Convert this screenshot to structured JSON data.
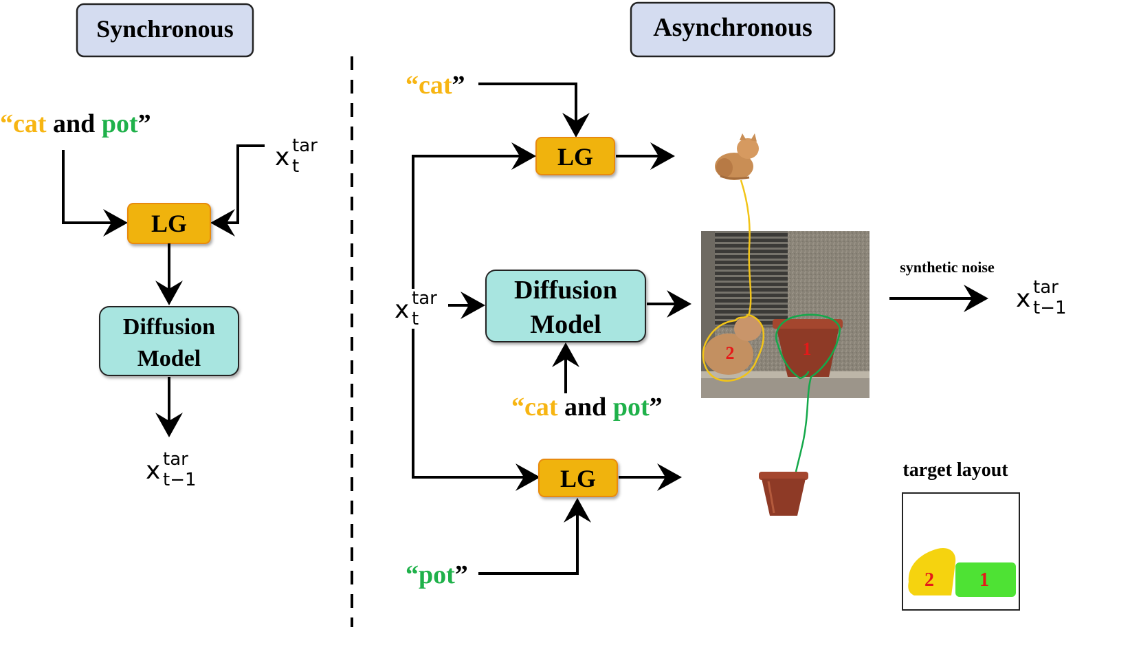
{
  "headers": {
    "sync": "Synchronous",
    "async": "Asynchronous"
  },
  "colors": {
    "header_fill": "#d4dcf0",
    "lg_fill": "#f0b30f",
    "lg_stroke": "#e88a10",
    "diff_fill": "#a8e5e0",
    "cat_color": "#f7b512",
    "pot_color": "#1fb14a",
    "cat_contour": "#f2c418",
    "pot_contour": "#14a84a",
    "layout_cat": "#f5d30f",
    "layout_pot": "#4ee234",
    "label_red": "#e51919"
  },
  "sync": {
    "prompt": {
      "open": "“",
      "word1": "cat",
      "mid": " and ",
      "word2": "pot",
      "close": "”"
    },
    "lg_label": "LG",
    "diffusion": {
      "line1": "Diffusion",
      "line2": "Model"
    },
    "input": {
      "base": "x",
      "sup": "tar",
      "sub": "t"
    },
    "output": {
      "base": "x",
      "sup": "tar",
      "sub": "t−1"
    }
  },
  "async": {
    "prompt_cat": {
      "open": "“",
      "word": "cat",
      "close": "”"
    },
    "prompt_pot": {
      "open": "“",
      "word": "pot",
      "close": "”"
    },
    "prompt_both": {
      "open": "“",
      "word1": "cat",
      "mid": " and ",
      "word2": "pot",
      "close": "”"
    },
    "lg_top_label": "LG",
    "lg_bottom_label": "LG",
    "diffusion": {
      "line1": "Diffusion",
      "line2": "Model"
    },
    "input": {
      "base": "x",
      "sup": "tar",
      "sub": "t"
    },
    "output": {
      "base": "x",
      "sup": "tar",
      "sub": "t−1"
    },
    "synthetic_noise": "synthetic noise",
    "target_layout": "target layout",
    "region_labels": {
      "cat": "2",
      "pot": "1"
    },
    "layout_labels": {
      "cat": "2",
      "pot": "1"
    }
  },
  "icons": [
    "cat-image-icon",
    "pot-image-icon",
    "noisy-scene-image-icon",
    "target-layout-icon"
  ]
}
